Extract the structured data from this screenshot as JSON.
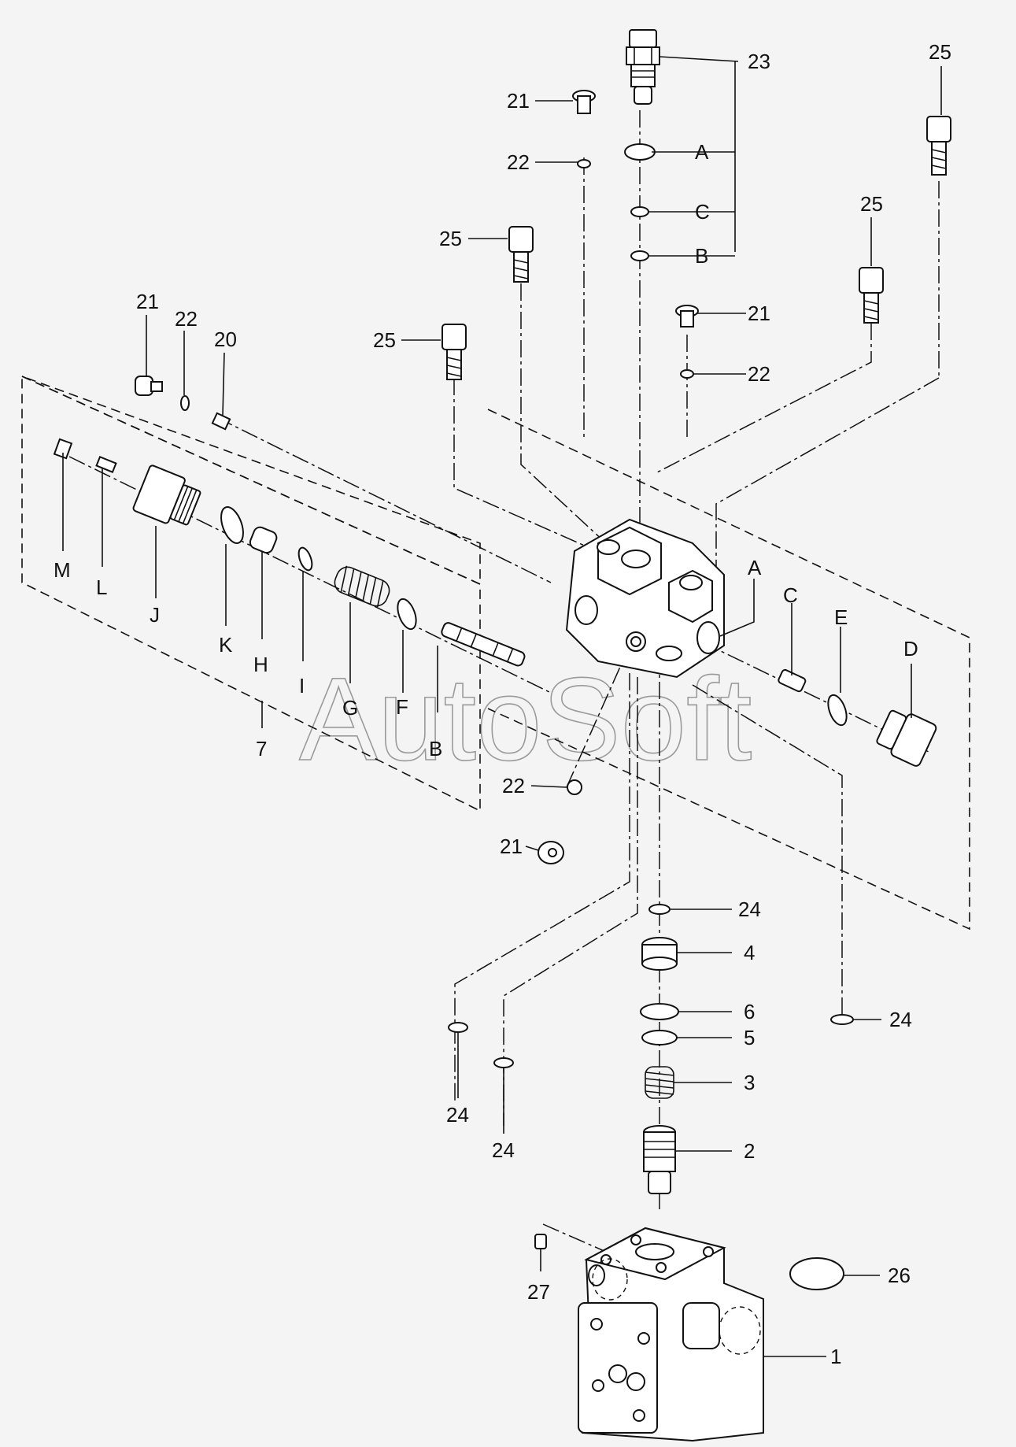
{
  "watermark": "AutoSoft",
  "callouts": {
    "p23": "23",
    "pA_top": "A",
    "pC_top": "C",
    "pB_top": "B",
    "p25_tr": "25",
    "p25_r2": "25",
    "p25_c": "25",
    "p25_l": "25",
    "p21_top": "21",
    "p22_top": "22",
    "p21_r": "21",
    "p22_r": "22",
    "p21_l": "21",
    "p22_l": "22",
    "p20": "20",
    "pM": "M",
    "pL": "L",
    "pJ": "J",
    "pK": "K",
    "pH": "H",
    "pI": "I",
    "pG": "G",
    "pF": "F",
    "pB_mid": "B",
    "p7": "7",
    "pA_r": "A",
    "pC_r": "C",
    "pE": "E",
    "pD": "D",
    "p22_low": "22",
    "p21_low": "21",
    "p24_a": "24",
    "p4": "4",
    "p6": "6",
    "p5": "5",
    "p3": "3",
    "p2": "2",
    "p24_b": "24",
    "p24_c": "24",
    "p24_d": "24",
    "p26": "26",
    "p27": "27",
    "p1": "1"
  }
}
